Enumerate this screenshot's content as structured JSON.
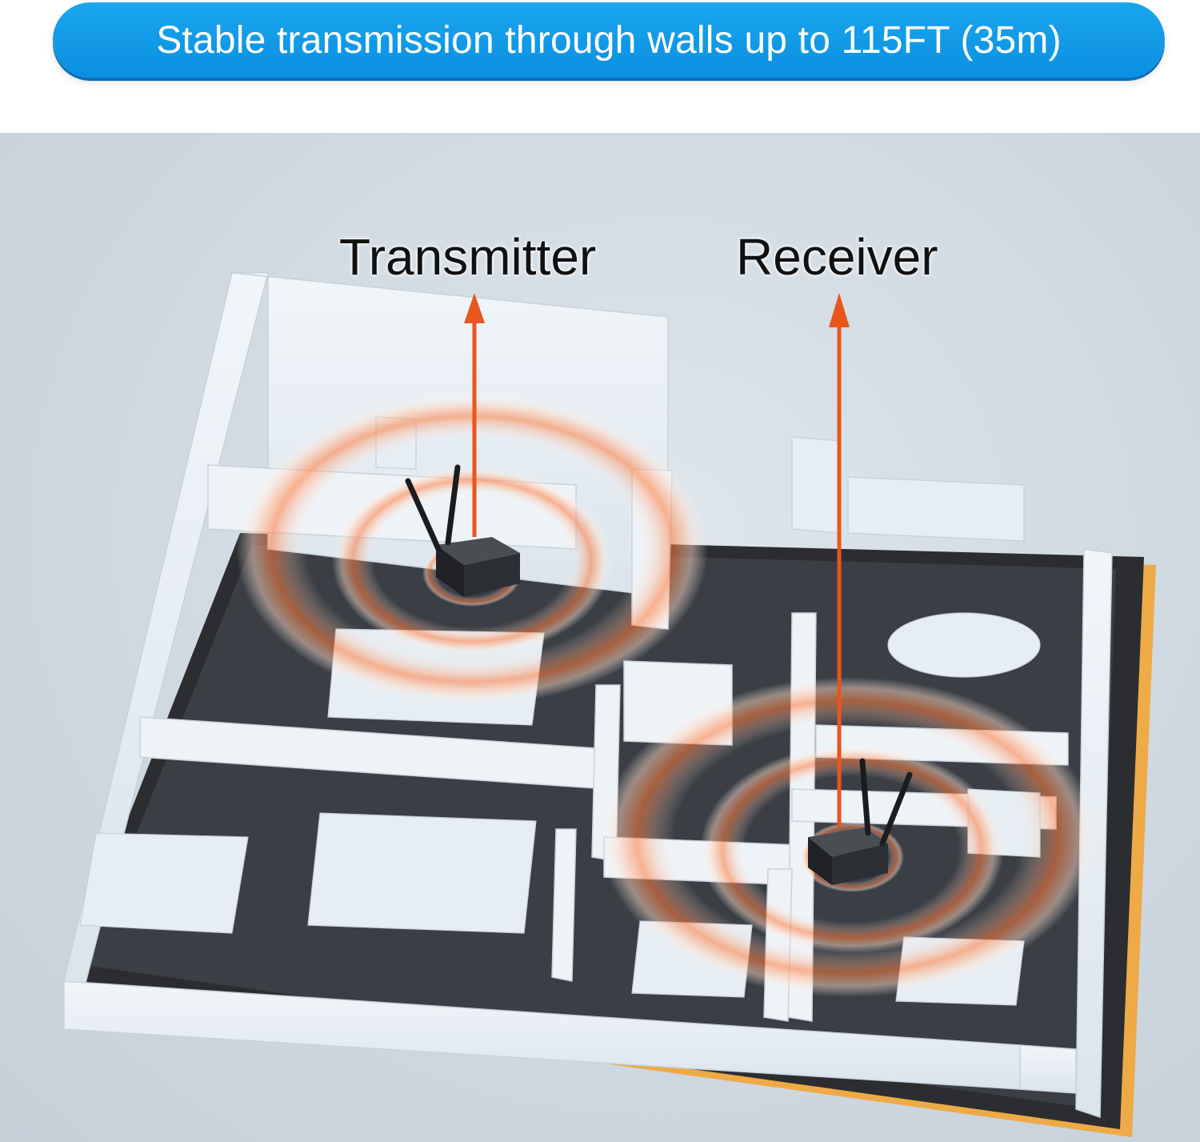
{
  "banner": {
    "text": "Stable transmission through walls up to 115FT (35m)"
  },
  "labels": {
    "transmitter": "Transmitter",
    "receiver": "Receiver"
  },
  "colors": {
    "banner": "#0a8fe0",
    "arrow": "#e8561e",
    "floor": "#3a3d42",
    "wall": "#e9f0f6",
    "edge": "#f39a2a"
  },
  "icons": {
    "device": "wireless-hdmi-extender",
    "signal": "signal-rings",
    "arrow": "arrow-up"
  }
}
